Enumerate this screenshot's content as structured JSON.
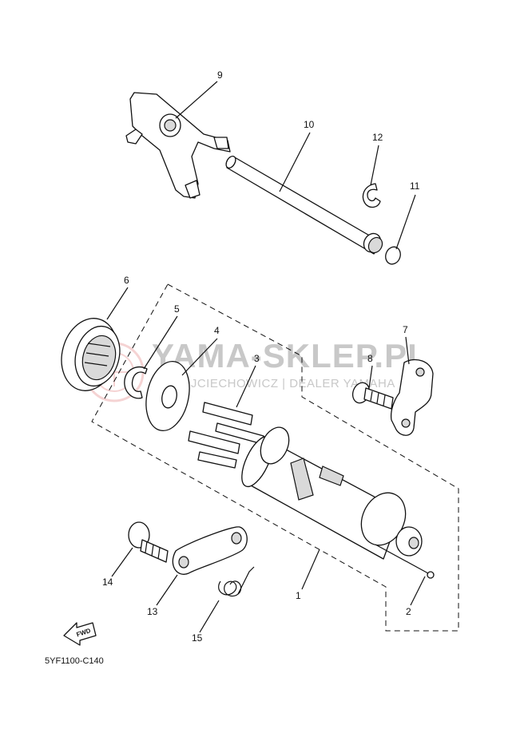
{
  "watermark": {
    "title": "YAMA-SKLEP.PL",
    "subtitle": "WOJCIECHOWICZ | DEALER YAMAHA"
  },
  "callouts": {
    "c1": "1",
    "c2": "2",
    "c3": "3",
    "c4": "4",
    "c5": "5",
    "c6": "6",
    "c7": "7",
    "c8": "8",
    "c9": "9",
    "c10": "10",
    "c11": "11",
    "c12": "12",
    "c13": "13",
    "c14": "14",
    "c15": "15"
  },
  "fwd_label": "FWD",
  "diagram_code": "5YF1100-C140",
  "colors": {
    "line": "#111111",
    "watermark": "#c8c8c8",
    "watermark_logo": "#e9a0a0"
  }
}
